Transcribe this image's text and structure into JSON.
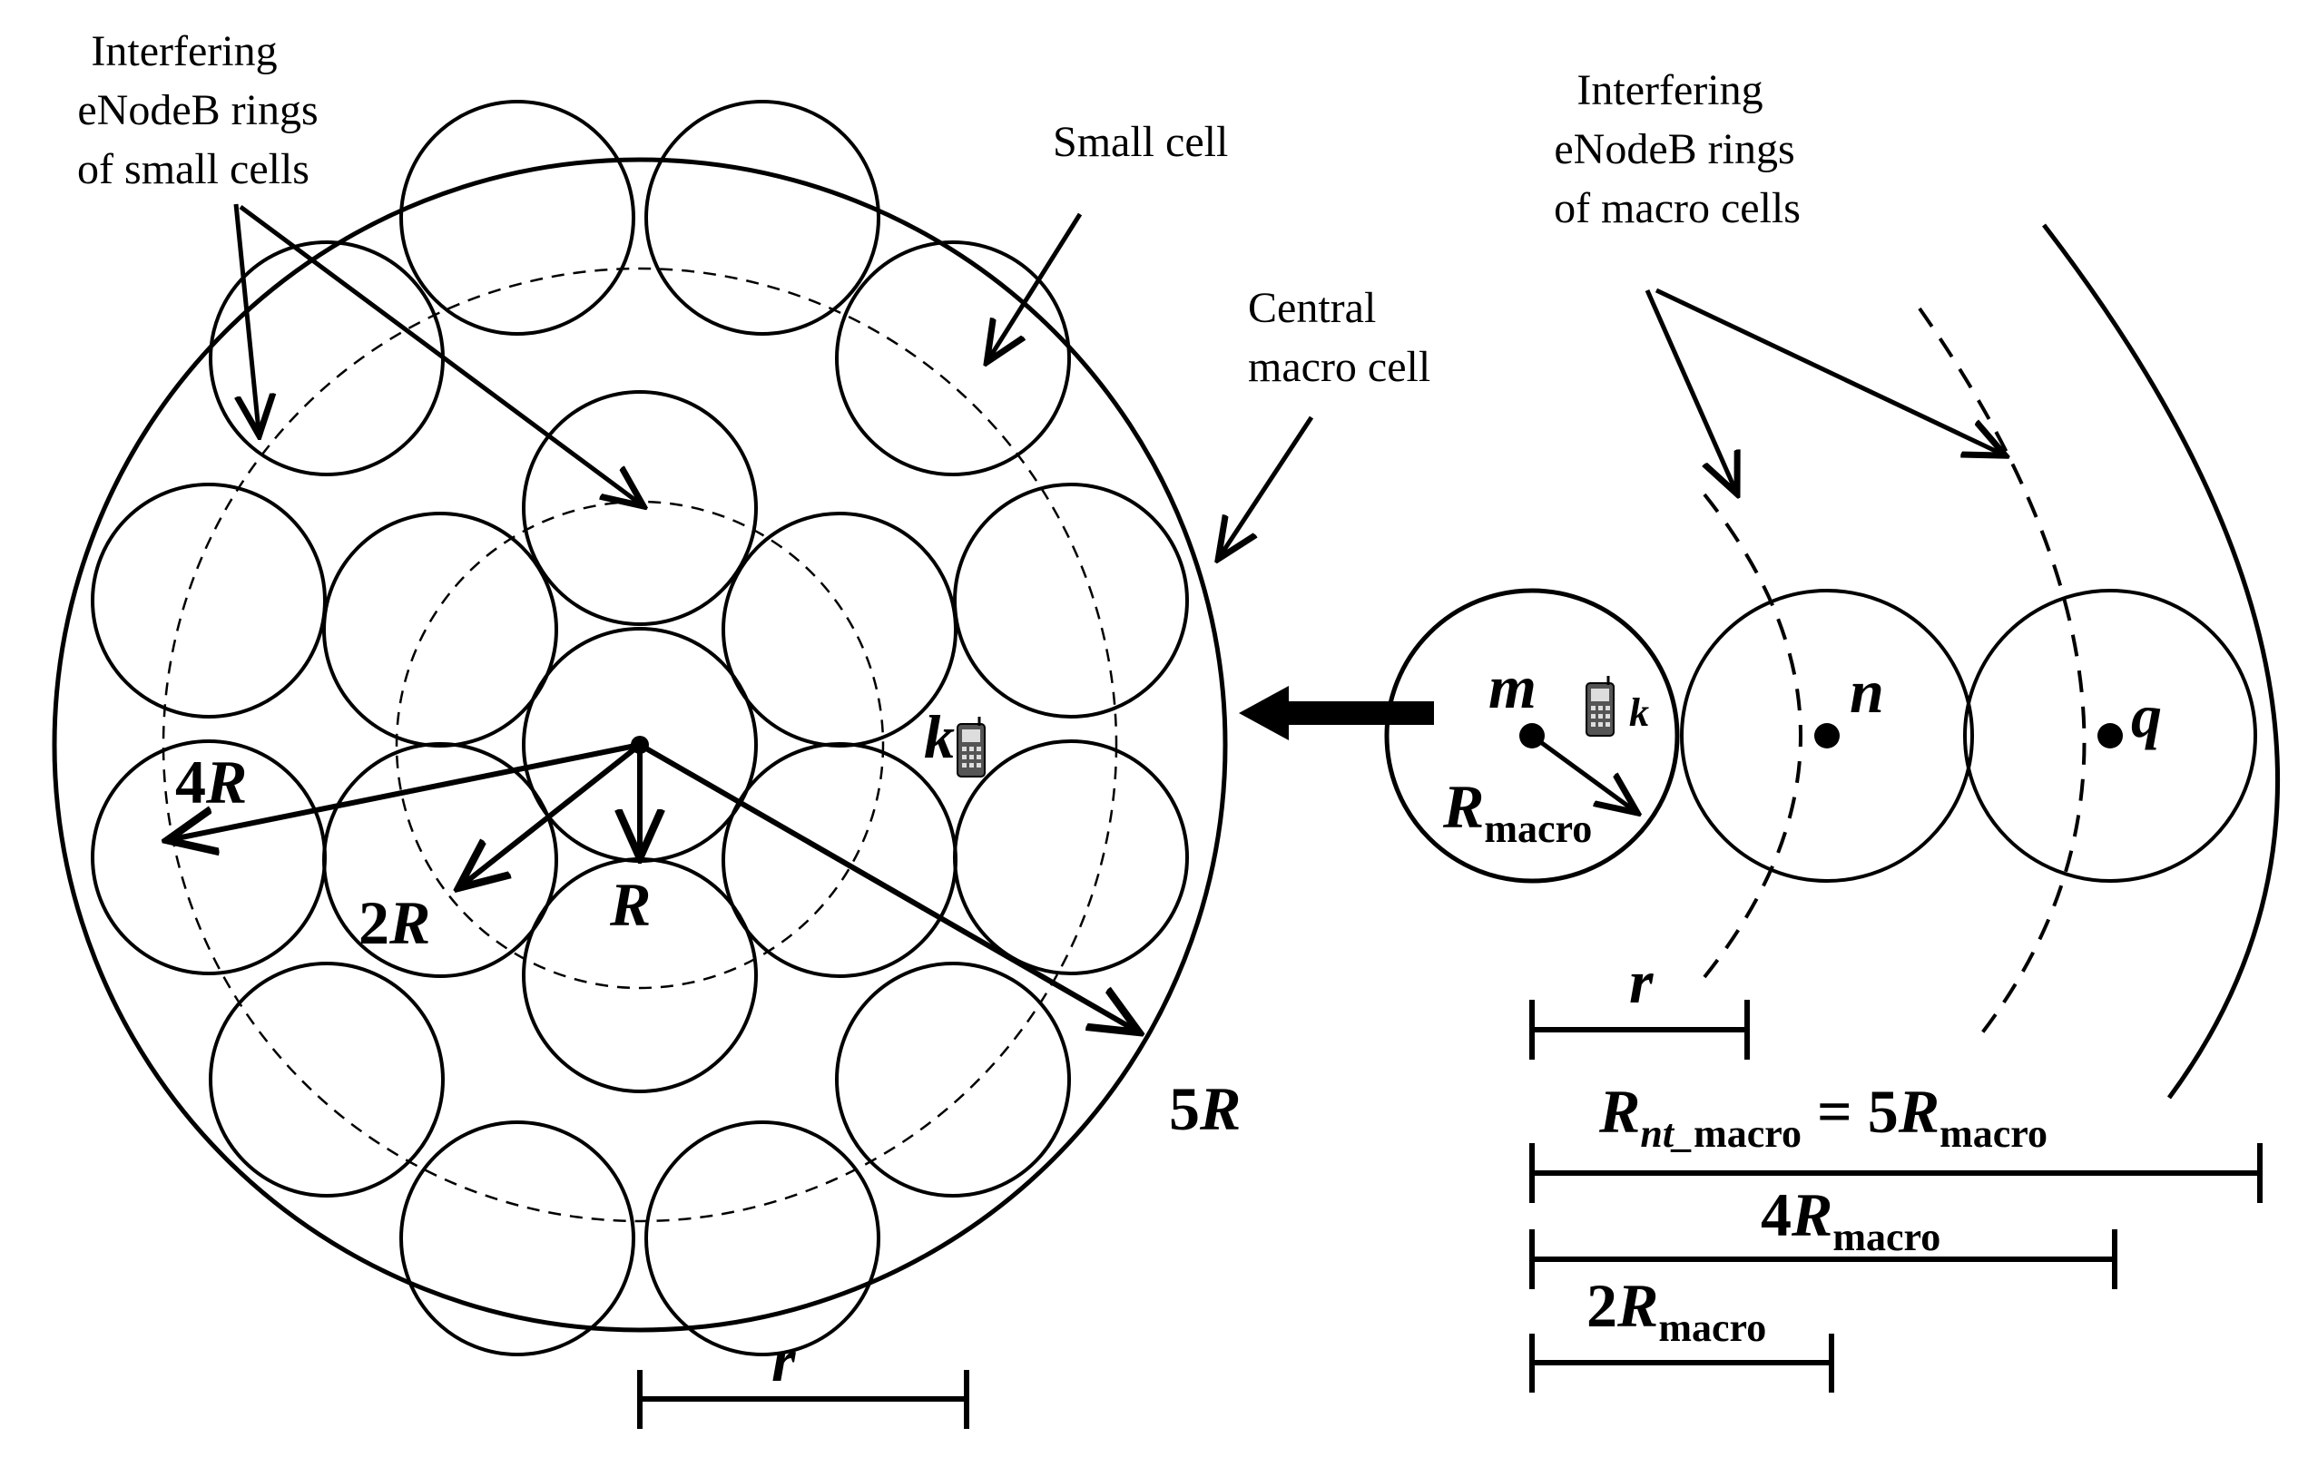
{
  "labels": {
    "interfering_small": [
      "Interfering",
      "eNodeB rings",
      "of small cells"
    ],
    "small_cell": "Small cell",
    "central_macro": [
      "Central",
      "macro cell"
    ],
    "interfering_macro": [
      "Interfering",
      "eNodeB rings",
      "of macro cells"
    ]
  },
  "left_math": {
    "r4_coef": "4",
    "r4_var": "R",
    "r2_coef": "2",
    "r2_var": "R",
    "r1_var": "R",
    "r5_coef": "5",
    "r5_var": "R",
    "k": "k",
    "r_scale": "r"
  },
  "right_math": {
    "m": "m",
    "n": "n",
    "q": "q",
    "k": "k",
    "rmacro_var": "R",
    "rmacro_sub": "macro",
    "r_scale": "r",
    "rnt_var": "R",
    "rnt_sub": "nt_",
    "rnt_sub2": "macro",
    "rnt_eq": " = 5",
    "rnt_var2": "R",
    "rnt_sub3": "macro",
    "r4_coef": "4",
    "r4_var": "R",
    "r4_sub": "macro",
    "r2_coef": "2",
    "r2_var": "R",
    "r2_sub": "macro"
  },
  "colors": {
    "ink": "#000000",
    "phone_body": "#555555",
    "phone_screen": "#dddddd"
  }
}
